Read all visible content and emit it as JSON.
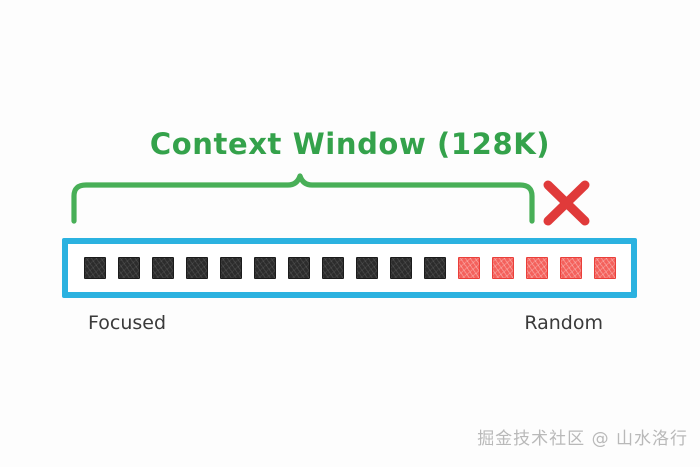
{
  "figure": {
    "title": "Context Window (128K)",
    "title_color": "#34a24b",
    "brace_color": "#3eab4e",
    "frame_color": "#2bb2e0",
    "x_mark_color": "#e03a3a",
    "x_mark_icon": "x-cross-icon",
    "brace_icon": "curly-brace-icon"
  },
  "labels": {
    "left": "Focused",
    "right": "Random"
  },
  "tokens": {
    "total": 16,
    "dark_count": 11,
    "red_count": 5,
    "dark_color": "#2c2c2c",
    "red_color": "#f4615c",
    "items": [
      {
        "kind": "dark"
      },
      {
        "kind": "dark"
      },
      {
        "kind": "dark"
      },
      {
        "kind": "dark"
      },
      {
        "kind": "dark"
      },
      {
        "kind": "dark"
      },
      {
        "kind": "dark"
      },
      {
        "kind": "dark"
      },
      {
        "kind": "dark"
      },
      {
        "kind": "dark"
      },
      {
        "kind": "dark"
      },
      {
        "kind": "red"
      },
      {
        "kind": "red"
      },
      {
        "kind": "red"
      },
      {
        "kind": "red"
      },
      {
        "kind": "red"
      }
    ]
  },
  "watermark": {
    "text": "掘金技术社区 @ 山水洛行"
  }
}
